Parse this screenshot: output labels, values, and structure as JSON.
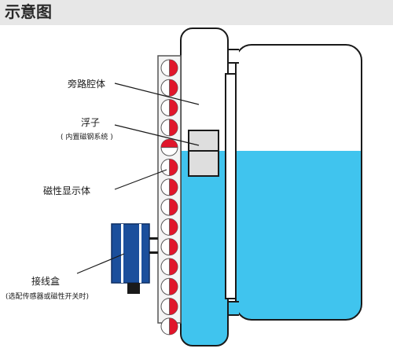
{
  "header": {
    "title": "示意图"
  },
  "labels": {
    "bypass_chamber": "旁路腔体",
    "float": "浮子",
    "float_note": "( 内置磁钢系统 )",
    "magnetic_display": "磁性显示体",
    "junction_box": "接线盒",
    "junction_box_note": "(选配传感器或磁性开关时)"
  },
  "indicator": {
    "flap_count": 14,
    "white_flaps": 1,
    "colors": {
      "red": "#e0162b",
      "white": "#ffffff",
      "outline": "#555555"
    }
  },
  "colors": {
    "liquid": "#40c4ee",
    "junction_box": "#1b4f9c",
    "outline": "#1a1a1a",
    "header_bg": "#e7e7e7"
  }
}
